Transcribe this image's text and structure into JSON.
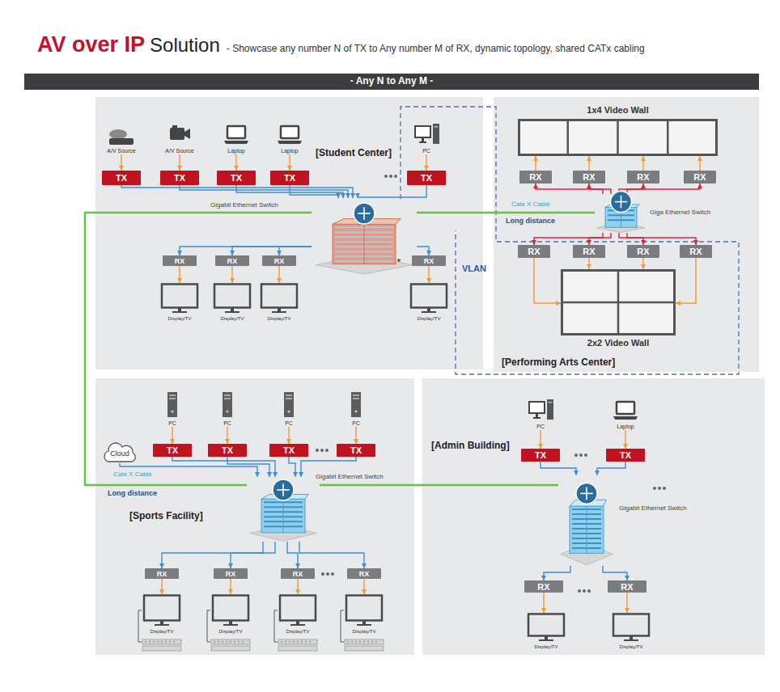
{
  "diagram": {
    "title": "AV over IP",
    "nodes": [
      {
        "text": [
          "- Any N to Any M -"
        ]
      },
      {
        "text": [
          "[Student Center]"
        ]
      },
      {
        "text": [
          "A/V Source"
        ],
        "in": 1
      },
      {
        "text": [
          "A/V Source"
        ],
        "in": 1
      },
      {
        "text": [
          "Laptop"
        ],
        "in": 1
      },
      {
        "text": [
          "Laptop"
        ],
        "in": 1
      },
      {
        "text": [
          "PC"
        ],
        "in": 1
      },
      {
        "text": [
          "TX"
        ],
        "in": 1
      },
      {
        "text": [
          "TX"
        ],
        "in": 1
      },
      {
        "text": [
          "TX"
        ],
        "in": 1
      },
      {
        "text": [
          "TX"
        ],
        "in": 1
      },
      {
        "text": [
          "TX"
        ],
        "in": 1
      },
      {
        "text": [
          "Gigabit Ethernet Switch"
        ],
        "in": 1
      },
      {
        "text": [
          "RX"
        ],
        "in": 1
      },
      {
        "text": [
          "RX"
        ],
        "in": 1
      },
      {
        "text": [
          "RX"
        ],
        "in": 1
      },
      {
        "text": [
          "RX"
        ],
        "in": 1
      },
      {
        "text": [
          "Display/TV"
        ],
        "in": 1
      },
      {
        "text": [
          "Display/TV"
        ],
        "in": 1
      },
      {
        "text": [
          "Display/TV"
        ],
        "in": 1
      },
      {
        "text": [
          "Display/TV"
        ],
        "in": 1
      },
      {
        "text": [
          "[Performing Arts Center]"
        ]
      },
      {
        "text": [
          "1x4 Video Wall"
        ],
        "in": 21
      },
      {
        "text": [
          "RX"
        ],
        "in": 21
      },
      {
        "text": [
          "RX"
        ],
        "in": 21
      },
      {
        "text": [
          "RX"
        ],
        "in": 21
      },
      {
        "text": [
          "RX"
        ],
        "in": 21
      },
      {
        "text": [
          "Giga Ethernet Switch"
        ],
        "in": 21
      },
      {
        "text": [
          "RX"
        ],
        "in": 21
      },
      {
        "text": [
          "RX"
        ],
        "in": 21
      },
      {
        "text": [
          "RX"
        ],
        "in": 21
      },
      {
        "text": [
          "RX"
        ],
        "in": 21
      },
      {
        "text": [
          "2x2 Video Wall"
        ],
        "in": 21
      },
      {
        "text": [
          "[Sports Facility]"
        ]
      },
      {
        "text": [
          "Cloud"
        ],
        "in": 33
      },
      {
        "text": [
          "PC"
        ],
        "in": 33
      },
      {
        "text": [
          "PC"
        ],
        "in": 33
      },
      {
        "text": [
          "PC"
        ],
        "in": 33
      },
      {
        "text": [
          "PC"
        ],
        "in": 33
      },
      {
        "text": [
          "TX"
        ],
        "in": 33
      },
      {
        "text": [
          "TX"
        ],
        "in": 33
      },
      {
        "text": [
          "TX"
        ],
        "in": 33
      },
      {
        "text": [
          "TX"
        ],
        "in": 33
      },
      {
        "text": [
          "Gigabit Ethernet Switch"
        ],
        "in": 33
      },
      {
        "text": [
          "RX"
        ],
        "in": 33
      },
      {
        "text": [
          "RX"
        ],
        "in": 33
      },
      {
        "text": [
          "RX"
        ],
        "in": 33
      },
      {
        "text": [
          "RX"
        ],
        "in": 33
      },
      {
        "text": [
          "Display/TV"
        ],
        "in": 33
      },
      {
        "text": [
          "Display/TV"
        ],
        "in": 33
      },
      {
        "text": [
          "Display/TV"
        ],
        "in": 33
      },
      {
        "text": [
          "Display/TV"
        ],
        "in": 33
      },
      {
        "text": [
          "[Admin Building]"
        ]
      },
      {
        "text": [
          "PC"
        ],
        "in": 52
      },
      {
        "text": [
          "Laptop"
        ],
        "in": 52
      },
      {
        "text": [
          "TX"
        ],
        "in": 52
      },
      {
        "text": [
          "TX"
        ],
        "in": 52
      },
      {
        "text": [
          "Gigabit Ethernet Switch"
        ],
        "in": 52
      },
      {
        "text": [
          "RX"
        ],
        "in": 52
      },
      {
        "text": [
          "RX"
        ],
        "in": 52
      },
      {
        "text": [
          "Display/TV"
        ],
        "in": 52
      },
      {
        "text": [
          "Display/TV"
        ],
        "in": 52
      }
    ],
    "edges": [
      {
        "from": 2,
        "to": 7,
        "arrow": "to"
      },
      {
        "from": 3,
        "to": 8,
        "arrow": "to"
      },
      {
        "from": 4,
        "to": 9,
        "arrow": "to"
      },
      {
        "from": 5,
        "to": 10,
        "arrow": "to"
      },
      {
        "from": 6,
        "to": 11,
        "arrow": "to"
      },
      {
        "from": 7,
        "to": 12,
        "arrow": "to"
      },
      {
        "from": 8,
        "to": 12,
        "arrow": "to"
      },
      {
        "from": 9,
        "to": 12,
        "arrow": "to"
      },
      {
        "from": 10,
        "to": 12,
        "arrow": "to"
      },
      {
        "from": 11,
        "to": 12,
        "arrow": "to"
      },
      {
        "from": 12,
        "to": 13,
        "arrow": "to"
      },
      {
        "from": 12,
        "to": 14,
        "arrow": "to"
      },
      {
        "from": 12,
        "to": 15,
        "arrow": "to"
      },
      {
        "from": 12,
        "to": 16,
        "arrow": "to"
      },
      {
        "from": 13,
        "to": 17,
        "arrow": "to"
      },
      {
        "from": 14,
        "to": 18,
        "arrow": "to"
      },
      {
        "from": 15,
        "to": 19,
        "arrow": "to"
      },
      {
        "from": 16,
        "to": 20,
        "arrow": "to"
      },
      {
        "from": 12,
        "to": 27,
        "arrow": "none"
      },
      {
        "from": 12,
        "to": 43,
        "arrow": "none"
      },
      {
        "from": 43,
        "to": 57,
        "arrow": "none"
      },
      {
        "from": 27,
        "to": 23,
        "arrow": "to"
      },
      {
        "from": 27,
        "to": 24,
        "arrow": "to"
      },
      {
        "from": 27,
        "to": 25,
        "arrow": "to"
      },
      {
        "from": 27,
        "to": 26,
        "arrow": "to"
      },
      {
        "from": 23,
        "to": 22,
        "arrow": "to"
      },
      {
        "from": 24,
        "to": 22,
        "arrow": "to"
      },
      {
        "from": 25,
        "to": 22,
        "arrow": "to"
      },
      {
        "from": 26,
        "to": 22,
        "arrow": "to"
      },
      {
        "from": 27,
        "to": 28,
        "arrow": "to"
      },
      {
        "from": 27,
        "to": 29,
        "arrow": "to"
      },
      {
        "from": 27,
        "to": 30,
        "arrow": "to"
      },
      {
        "from": 27,
        "to": 31,
        "arrow": "to"
      },
      {
        "from": 28,
        "to": 32,
        "arrow": "to"
      },
      {
        "from": 29,
        "to": 32,
        "arrow": "to"
      },
      {
        "from": 30,
        "to": 32,
        "arrow": "to"
      },
      {
        "from": 31,
        "to": 32,
        "arrow": "to"
      },
      {
        "from": 35,
        "to": 39,
        "arrow": "to"
      },
      {
        "from": 36,
        "to": 40,
        "arrow": "to"
      },
      {
        "from": 37,
        "to": 41,
        "arrow": "to"
      },
      {
        "from": 38,
        "to": 42,
        "arrow": "to"
      },
      {
        "from": 34,
        "to": 43,
        "arrow": "to"
      },
      {
        "from": 39,
        "to": 43,
        "arrow": "to"
      },
      {
        "from": 40,
        "to": 43,
        "arrow": "to"
      },
      {
        "from": 41,
        "to": 43,
        "arrow": "to"
      },
      {
        "from": 42,
        "to": 43,
        "arrow": "to"
      },
      {
        "from": 43,
        "to": 44,
        "arrow": "to"
      },
      {
        "from": 43,
        "to": 45,
        "arrow": "to"
      },
      {
        "from": 43,
        "to": 46,
        "arrow": "to"
      },
      {
        "from": 43,
        "to": 47,
        "arrow": "to"
      },
      {
        "from": 44,
        "to": 48,
        "arrow": "to"
      },
      {
        "from": 45,
        "to": 49,
        "arrow": "to"
      },
      {
        "from": 46,
        "to": 50,
        "arrow": "to"
      },
      {
        "from": 47,
        "to": 51,
        "arrow": "to"
      },
      {
        "from": 53,
        "to": 55,
        "arrow": "to"
      },
      {
        "from": 54,
        "to": 56,
        "arrow": "to"
      },
      {
        "from": 55,
        "to": 57,
        "arrow": "to"
      },
      {
        "from": 56,
        "to": 57,
        "arrow": "to"
      },
      {
        "from": 57,
        "to": 58,
        "arrow": "to"
      },
      {
        "from": 57,
        "to": 59,
        "arrow": "to"
      },
      {
        "from": 58,
        "to": 60,
        "arrow": "to"
      },
      {
        "from": 59,
        "to": 61,
        "arrow": "to"
      }
    ],
    "labels": [
      "Solution",
      "- Showcase any number N of TX to Any number M of RX, dynamic topology, shared CATx cabling",
      "VLAN",
      "Cate X Cable",
      "Long distance",
      "Cate X Cable",
      "Long distance"
    ]
  }
}
